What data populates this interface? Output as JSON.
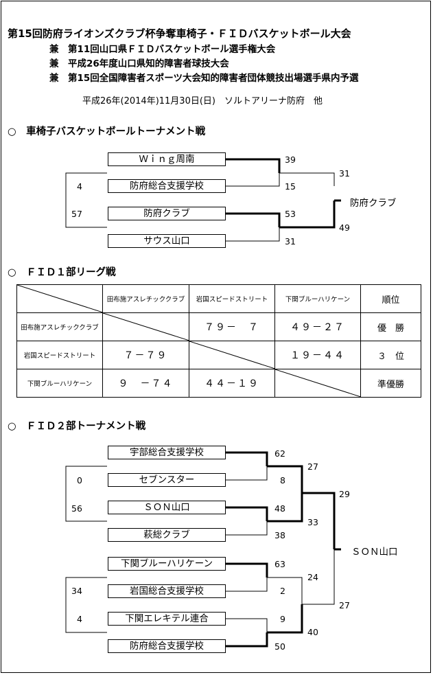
{
  "header": {
    "title": "第15回防府ライオンズクラブ杯争奪車椅子・ＦＩＤバスケットボール大会",
    "sub_lines": [
      "兼　第11回山口県ＦＩＤバスケットボール選手権大会",
      "兼　平成26年度山口県知的障害者球技大会",
      "兼　第15回全国障害者スポーツ大会知的障害者団体競技出場選手県内予選"
    ],
    "date_venue": "平成26年(2014年)11月30日(日)　ソルトアリーナ防府　他"
  },
  "wheelchair": {
    "heading": "○　車椅子バスケットボールトーナメント戦",
    "teams": [
      "Ｗｉｎｇ周南",
      "防府総合支援学校",
      "防府クラブ",
      "サウス山口"
    ],
    "scores": [
      "39",
      "15",
      "53",
      "31"
    ],
    "final_scores": [
      "31",
      "49"
    ],
    "side_scores": [
      "4",
      "57"
    ],
    "winner": "防府クラブ"
  },
  "fid1": {
    "heading": "○　ＦＩＤ１部リーグ戦",
    "columns": [
      "田布施アスレチッククラブ",
      "岩国スピードストリート",
      "下関ブルーハリケーン",
      "順位"
    ],
    "rows": [
      {
        "team": "田布施アスレチッククラブ",
        "c1": "",
        "c2": "７９－　７",
        "c3": "４９－２７",
        "rank": "優　勝"
      },
      {
        "team": "岩国スピードストリート",
        "c1": "７－７９",
        "c2": "",
        "c3": "１９－４４",
        "rank": "３　位"
      },
      {
        "team": "下関ブルーハリケーン",
        "c1": "９　－７４",
        "c2": "４４－１９",
        "c3": "",
        "rank": "準優勝"
      }
    ]
  },
  "fid2": {
    "heading": "○　ＦＩＤ２部トーナメント戦",
    "teams": [
      "宇部総合支援学校",
      "セブンスター",
      "ＳＯＮ山口",
      "萩総クラブ",
      "下関ブルーハリケーン",
      "岩国総合支援学校",
      "下関エレキテル連合",
      "防府総合支援学校"
    ],
    "r1_scores": [
      "62",
      "8",
      "48",
      "38",
      "63",
      "2",
      "9",
      "50"
    ],
    "r2_scores": [
      "27",
      "33",
      "24",
      "40"
    ],
    "semi_scores": [
      "29",
      "27"
    ],
    "side_scores": [
      "0",
      "56",
      "34",
      "4"
    ],
    "winner": "ＳＯＮ山口"
  },
  "colors": {
    "line": "#000000",
    "background": "#ffffff"
  }
}
